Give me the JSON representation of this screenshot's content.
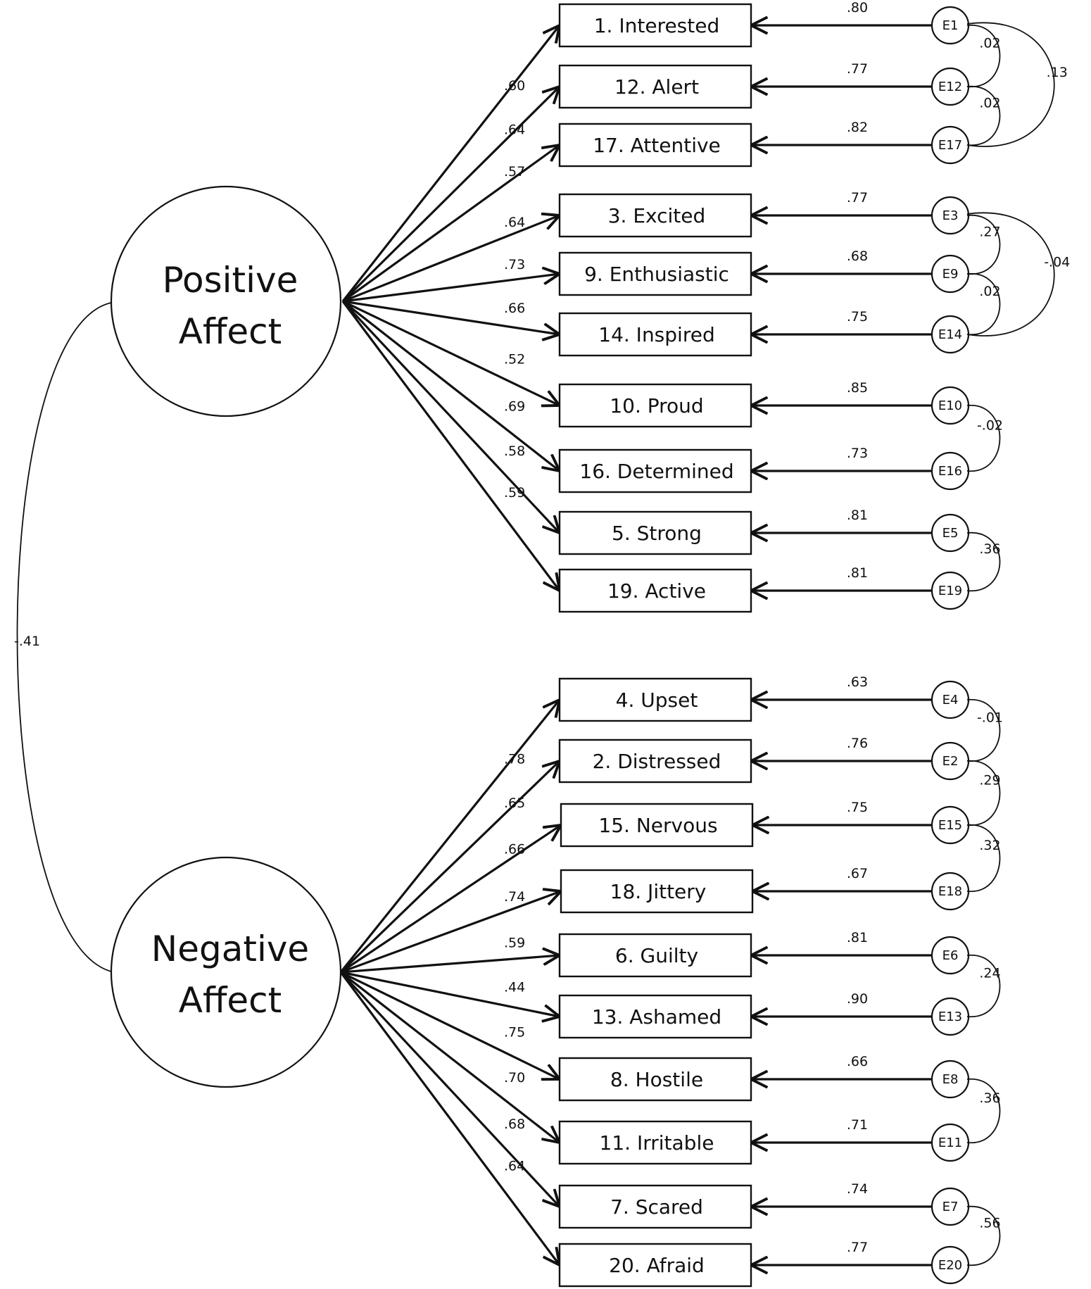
{
  "factors": {
    "positive": {
      "line1": "Positive",
      "line2": "Affect"
    },
    "negative": {
      "line1": "Negative",
      "line2": "Affect"
    },
    "correlation": "-.41"
  },
  "items": [
    {
      "label": "1. Interested",
      "factor": "positive",
      "loading": ".60",
      "error": "E1",
      "error_loading": ".80"
    },
    {
      "label": "12. Alert",
      "factor": "positive",
      "loading": ".64",
      "error": "E12",
      "error_loading": ".77"
    },
    {
      "label": "17. Attentive",
      "factor": "positive",
      "loading": ".57",
      "error": "E17",
      "error_loading": ".82"
    },
    {
      "label": "3. Excited",
      "factor": "positive",
      "loading": ".64",
      "error": "E3",
      "error_loading": ".77"
    },
    {
      "label": "9. Enthusiastic",
      "factor": "positive",
      "loading": ".73",
      "error": "E9",
      "error_loading": ".68"
    },
    {
      "label": "14. Inspired",
      "factor": "positive",
      "loading": ".66",
      "error": "E14",
      "error_loading": ".75"
    },
    {
      "label": "10. Proud",
      "factor": "positive",
      "loading": ".52",
      "error": "E10",
      "error_loading": ".85"
    },
    {
      "label": "16. Determined",
      "factor": "positive",
      "loading": ".69",
      "error": "E16",
      "error_loading": ".73"
    },
    {
      "label": "5. Strong",
      "factor": "positive",
      "loading": ".58",
      "error": "E5",
      "error_loading": ".81"
    },
    {
      "label": "19. Active",
      "factor": "positive",
      "loading": ".59",
      "error": "E19",
      "error_loading": ".81"
    },
    {
      "label": "4. Upset",
      "factor": "negative",
      "loading": ".78",
      "error": "E4",
      "error_loading": ".63"
    },
    {
      "label": "2. Distressed",
      "factor": "negative",
      "loading": ".65",
      "error": "E2",
      "error_loading": ".76"
    },
    {
      "label": "15. Nervous",
      "factor": "negative",
      "loading": ".66",
      "error": "E15",
      "error_loading": ".75"
    },
    {
      "label": "18. Jittery",
      "factor": "negative",
      "loading": ".74",
      "error": "E18",
      "error_loading": ".67"
    },
    {
      "label": "6. Guilty",
      "factor": "negative",
      "loading": ".59",
      "error": "E6",
      "error_loading": ".81"
    },
    {
      "label": "13. Ashamed",
      "factor": "negative",
      "loading": ".44",
      "error": "E13",
      "error_loading": ".90"
    },
    {
      "label": "8. Hostile",
      "factor": "negative",
      "loading": ".75",
      "error": "E8",
      "error_loading": ".66"
    },
    {
      "label": "11. Irritable",
      "factor": "negative",
      "loading": ".70",
      "error": "E11",
      "error_loading": ".71"
    },
    {
      "label": "7. Scared",
      "factor": "negative",
      "loading": ".68",
      "error": "E7",
      "error_loading": ".74"
    },
    {
      "label": "20. Afraid",
      "factor": "negative",
      "loading": ".64",
      "error": "E20",
      "error_loading": ".77"
    }
  ],
  "error_covariances": [
    {
      "from": "E1",
      "to": "E12",
      "value": ".02"
    },
    {
      "from": "E12",
      "to": "E17",
      "value": ".02"
    },
    {
      "from": "E1",
      "to": "E17",
      "value": ".13"
    },
    {
      "from": "E3",
      "to": "E9",
      "value": ".27"
    },
    {
      "from": "E9",
      "to": "E14",
      "value": ".02"
    },
    {
      "from": "E3",
      "to": "E14",
      "value": "-.04"
    },
    {
      "from": "E10",
      "to": "E16",
      "value": "-.02"
    },
    {
      "from": "E5",
      "to": "E19",
      "value": ".36"
    },
    {
      "from": "E4",
      "to": "E2",
      "value": "-.01"
    },
    {
      "from": "E2",
      "to": "E15",
      "value": ".29"
    },
    {
      "from": "E15",
      "to": "E18",
      "value": ".32"
    },
    {
      "from": "E6",
      "to": "E13",
      "value": ".24"
    },
    {
      "from": "E8",
      "to": "E11",
      "value": ".36"
    },
    {
      "from": "E7",
      "to": "E20",
      "value": ".56"
    }
  ]
}
